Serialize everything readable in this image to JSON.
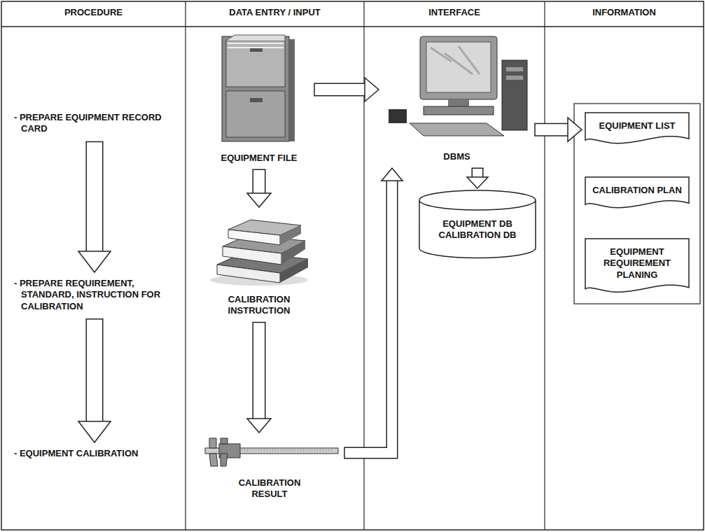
{
  "diagram": {
    "nodes": [
      {
        "text": [
          "- PREPARE EQUIPMENT RECORD CARD"
        ]
      },
      {
        "text": [
          "- PREPARE REQUIREMENT, STANDARD, INSTRUCTION FOR CALIBRATION"
        ]
      },
      {
        "text": [
          "- EQUIPMENT CALIBRATION"
        ]
      },
      {
        "text": [
          "EQUIPMENT FILE"
        ]
      },
      {
        "text": [
          "CALIBRATION INSTRUCTION"
        ]
      },
      {
        "text": [
          "CALIBRATION RESULT"
        ]
      },
      {
        "text": [
          "DBMS"
        ]
      },
      {
        "text": [
          "EQUIPMENT DB",
          "CALIBRATION DB"
        ]
      },
      {
        "text": [
          "EQUIPMENT LIST"
        ]
      },
      {
        "text": [
          "CALIBRATION PLAN"
        ]
      },
      {
        "text": [
          "EQUIPMENT REQUIREMENT PLANING"
        ]
      }
    ],
    "edges": [
      {
        "from": 0,
        "to": 1,
        "arrow": "to"
      },
      {
        "from": 1,
        "to": 2,
        "arrow": "to"
      },
      {
        "from": 3,
        "to": 4,
        "arrow": "to"
      },
      {
        "from": 4,
        "to": 5,
        "arrow": "to"
      },
      {
        "from": 3,
        "to": 6,
        "arrow": "to"
      },
      {
        "from": 5,
        "to": 6,
        "arrow": "to"
      },
      {
        "from": 6,
        "to": 7,
        "arrow": "to"
      },
      {
        "from": 6,
        "to": 8,
        "arrow": "to"
      }
    ],
    "labels": [
      "PROCEDURE",
      "DATA ENTRY / INPUT",
      "INTERFACE",
      "INFORMATION"
    ]
  }
}
